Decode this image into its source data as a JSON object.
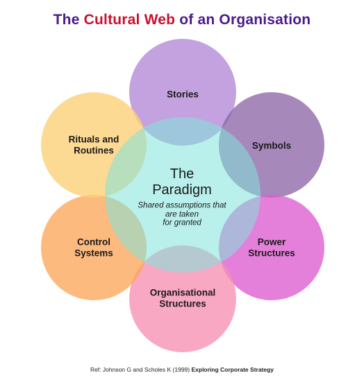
{
  "title": {
    "part1": "The",
    "part2": "Cultural Web",
    "part3": "of an Organisation"
  },
  "center": {
    "title_line1": "The",
    "title_line2": "Paradigm",
    "subtitle_line1": "Shared assumptions that",
    "subtitle_line2": "are taken",
    "subtitle_line3": "for granted",
    "color": "#7fe3da"
  },
  "circles": [
    {
      "id": "stories",
      "line1": "Stories",
      "line2": "",
      "color": "#b388d6"
    },
    {
      "id": "symbols",
      "line1": "Symbols",
      "line2": "",
      "color": "#8d67a6"
    },
    {
      "id": "power-structures",
      "line1": "Power",
      "line2": "Structures",
      "color": "#dd5ccf"
    },
    {
      "id": "organisational-structures",
      "line1": "Organisational",
      "line2": "Structures",
      "color": "#f790b2"
    },
    {
      "id": "control-systems",
      "line1": "Control",
      "line2": "Systems",
      "color": "#fca65a"
    },
    {
      "id": "rituals-and-routines",
      "line1": "Rituals and",
      "line2": "Routines",
      "color": "#fdd076"
    }
  ],
  "reference": {
    "prefix": "Ref: Johnson G and Scholes K (1999)",
    "title": "Exploring Corporate Strategy"
  }
}
